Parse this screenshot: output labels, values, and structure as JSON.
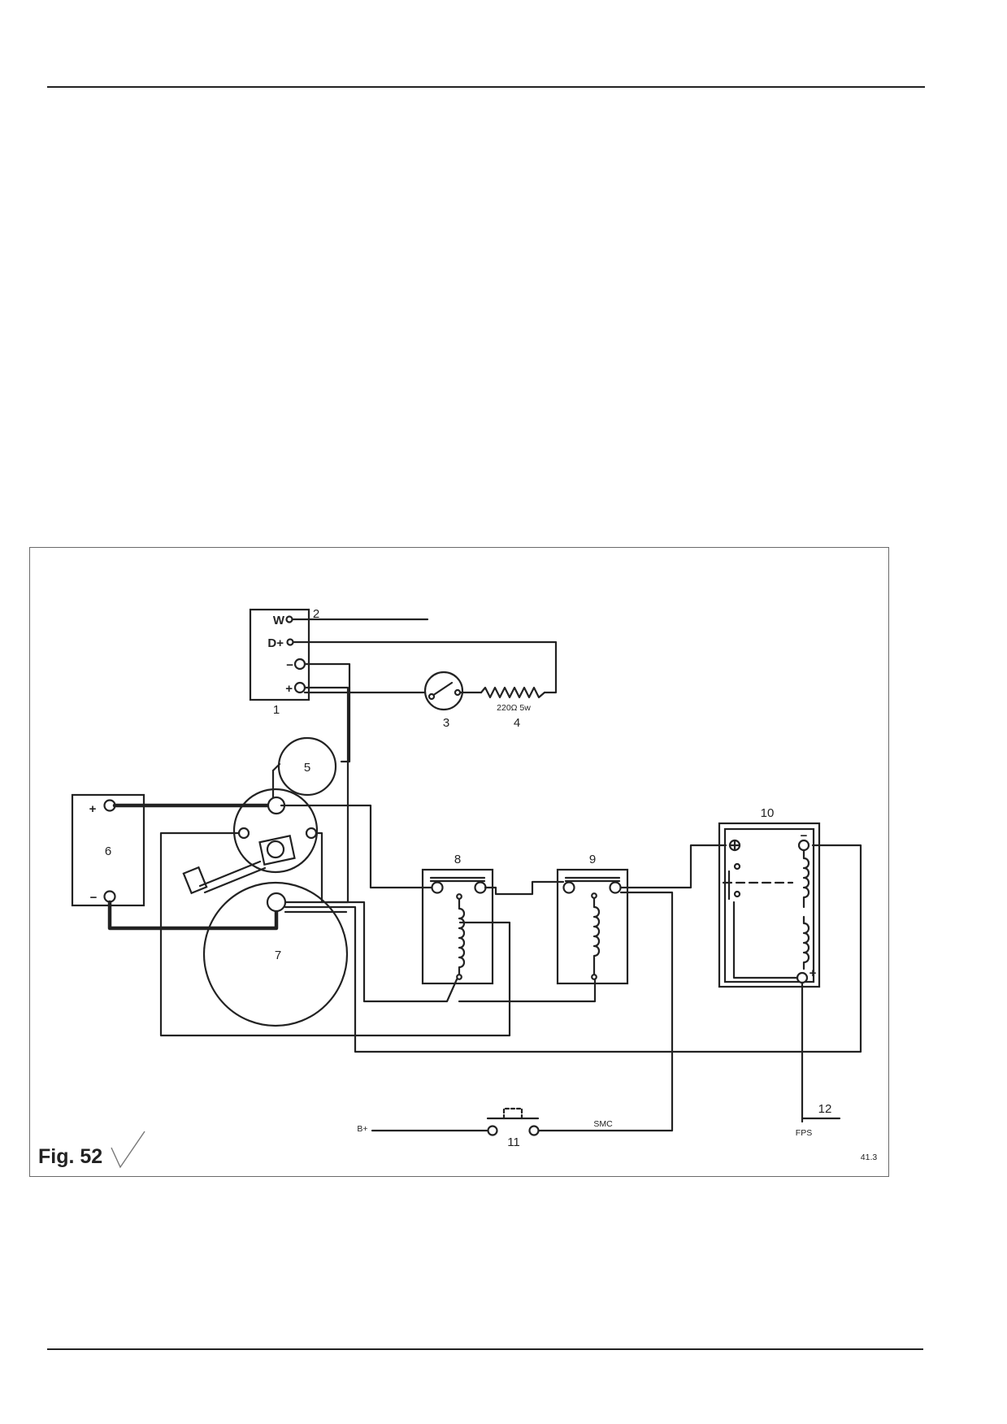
{
  "figure": {
    "caption": "Fig. 52",
    "code": "41.3"
  },
  "labels": {
    "c1": "1",
    "c2": "2",
    "c3": "3",
    "c4": "4",
    "c5": "5",
    "c6": "6",
    "c7": "7",
    "c8": "8",
    "c9": "9",
    "c10": "10",
    "c11": "11",
    "c12": "12"
  },
  "alternator_terminals": {
    "w": "W",
    "dplus": "D+",
    "minus": "−",
    "plus": "+"
  },
  "battery_terminals": {
    "plus": "+",
    "minus": "−"
  },
  "relay10_terminals": {
    "minus": "−",
    "plus": "+"
  },
  "resistor": "220Ω 5w",
  "wire_labels": {
    "bplus": "B+",
    "smc": "SMC",
    "fps": "FPS"
  }
}
